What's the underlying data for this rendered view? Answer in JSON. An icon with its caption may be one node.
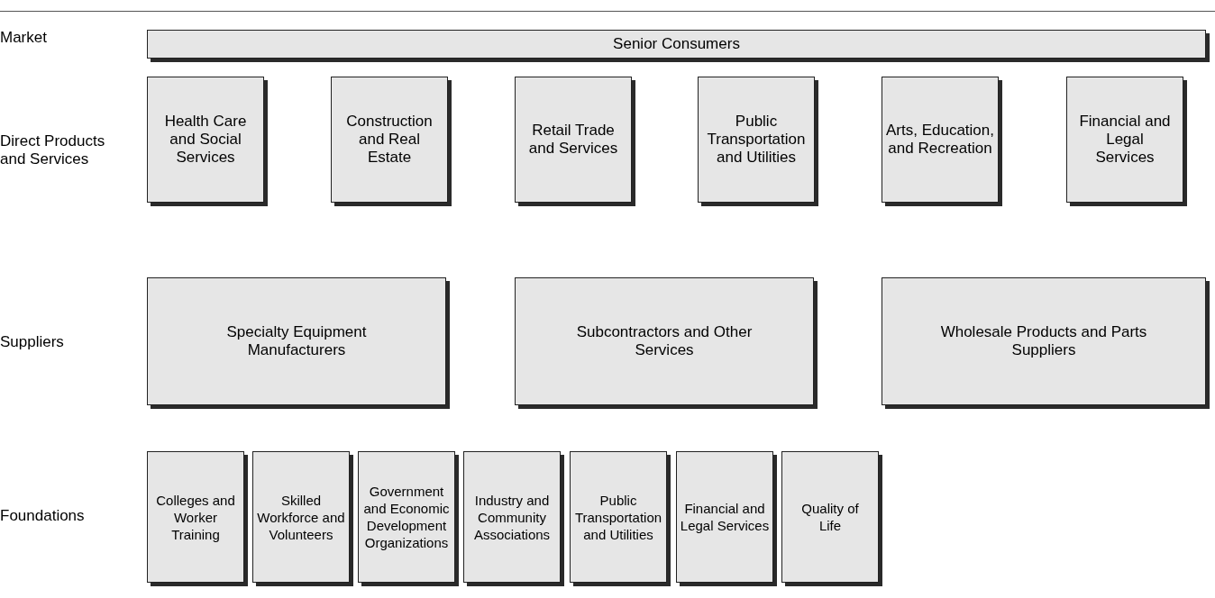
{
  "diagram": {
    "nodes": [
      {
        "text": [
          "Senior Consumers"
        ]
      },
      {
        "text": [
          "Health Care and Social Services"
        ]
      },
      {
        "text": [
          "Construction and Real Estate"
        ]
      },
      {
        "text": [
          "Retail Trade and Services"
        ]
      },
      {
        "text": [
          "Public Transportation and Utilities"
        ]
      },
      {
        "text": [
          "Arts, Education, and Recreation"
        ]
      },
      {
        "text": [
          "Financial and Legal Services"
        ]
      },
      {
        "text": [
          "Specialty Equipment Manufacturers"
        ]
      },
      {
        "text": [
          "Subcontractors and Other Services"
        ]
      },
      {
        "text": [
          "Wholesale Products and Parts Suppliers"
        ]
      },
      {
        "text": [
          "Colleges and Worker Training"
        ]
      },
      {
        "text": [
          "Skilled Workforce and Volunteers"
        ]
      },
      {
        "text": [
          "Government and Economic Development Organizations"
        ]
      },
      {
        "text": [
          "Industry and Community Associations"
        ]
      },
      {
        "text": [
          "Public Transportation and Utilities"
        ]
      },
      {
        "text": [
          "Financial and Legal Services"
        ]
      },
      {
        "text": [
          "Quality of Life"
        ]
      }
    ],
    "labels": [
      "Market",
      "Direct Products and Services",
      "Suppliers",
      "Foundations"
    ]
  }
}
